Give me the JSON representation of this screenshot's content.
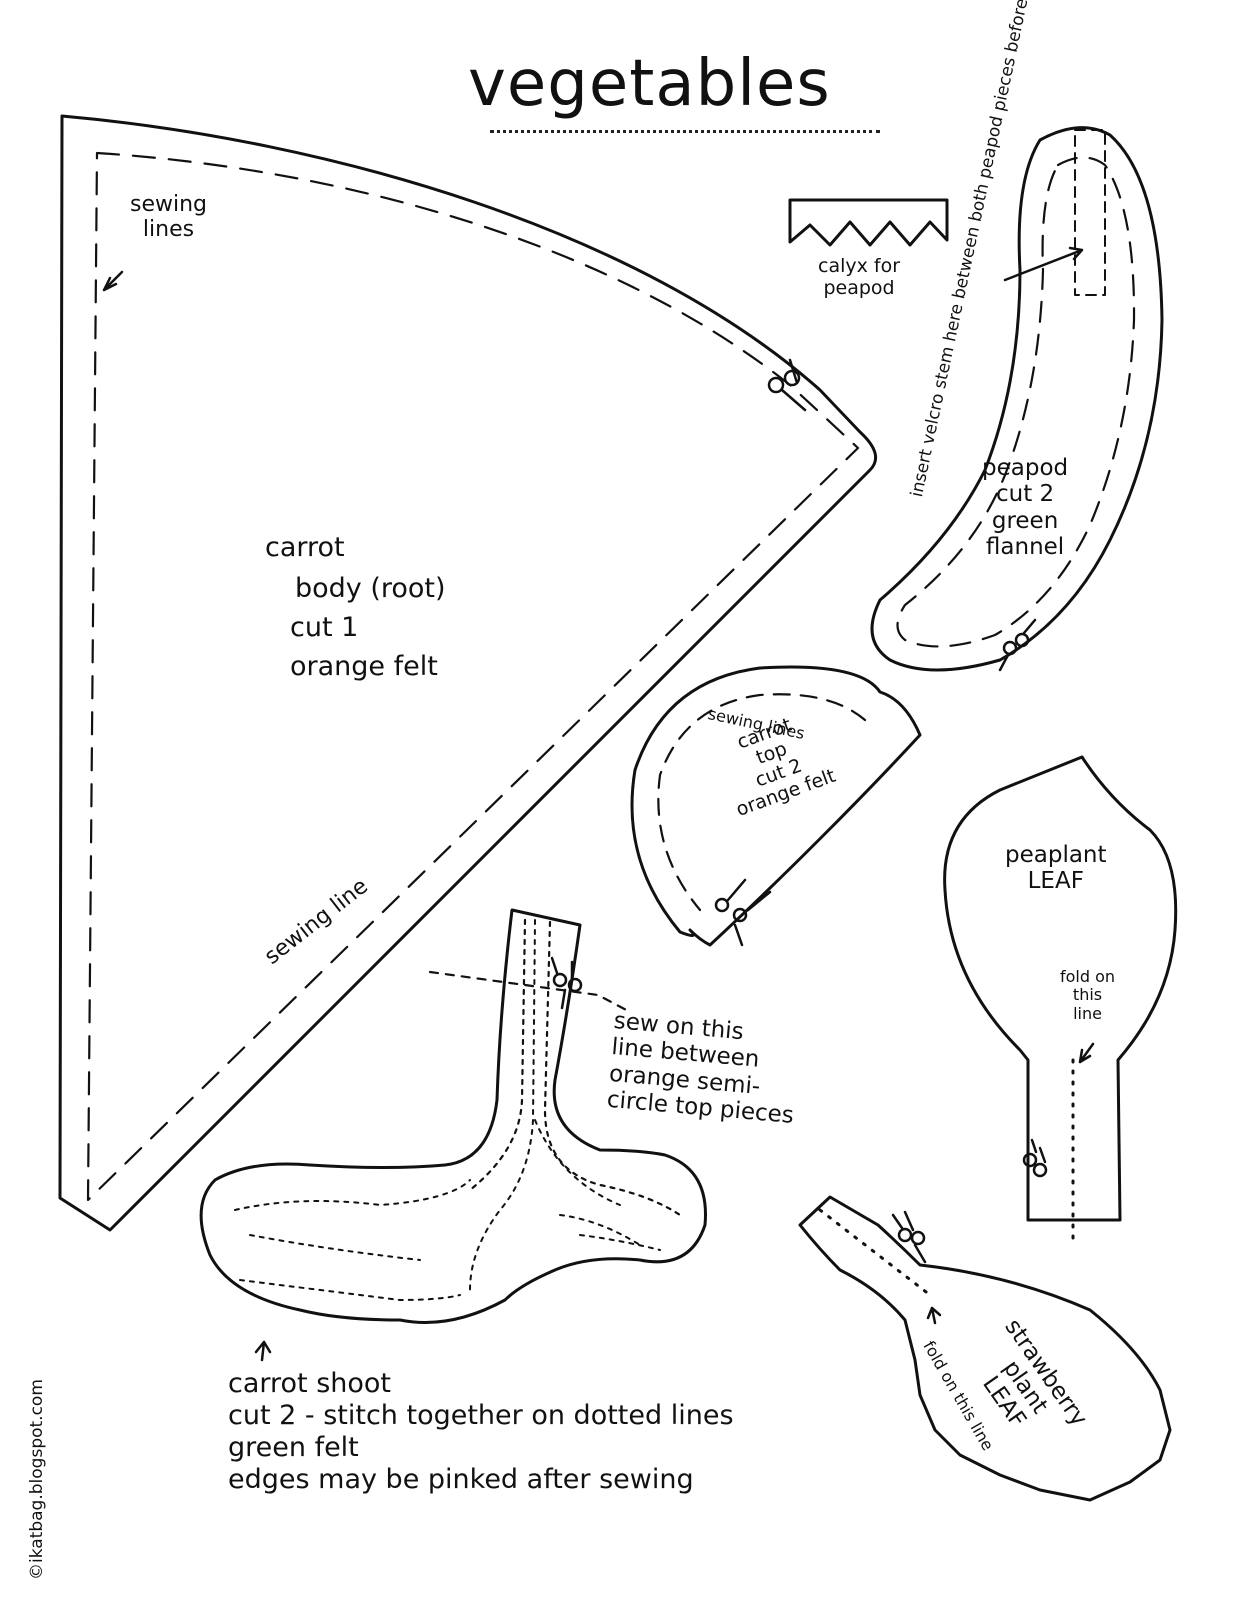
{
  "title": "vegetables",
  "watermark": "©ikatbag.blogspot.com",
  "labels": {
    "sewing_lines_main": [
      "sewing",
      "lines"
    ],
    "sewing_line_diagonal": "sewing line",
    "carrot_body": [
      "carrot",
      "body (root)",
      "cut 1",
      "orange felt"
    ],
    "calyx": [
      "calyx for",
      "peapod"
    ],
    "velcro_note": "insert velcro stem here between both peapod pieces before sewing.",
    "peapod": [
      "peapod",
      "cut 2",
      "green",
      "flannel"
    ],
    "sewing_lines_top": "sewing lines",
    "carrot_top": [
      "carrot",
      "top",
      "cut 2",
      "orange felt"
    ],
    "peaplant_leaf": [
      "peaplant",
      "LEAF"
    ],
    "fold_peaplant": [
      "fold on",
      "this",
      "line"
    ],
    "sew_note": [
      "sew on this",
      "line between",
      "orange semi-",
      "circle top pieces"
    ],
    "carrot_shoot": [
      "carrot shoot",
      "cut 2 - stitch together on dotted lines",
      "green felt",
      "edges may be pinked after sewing"
    ],
    "strawberry_leaf": [
      "strawberry",
      "plant",
      "LEAF"
    ],
    "fold_strawberry": "fold on this line"
  }
}
